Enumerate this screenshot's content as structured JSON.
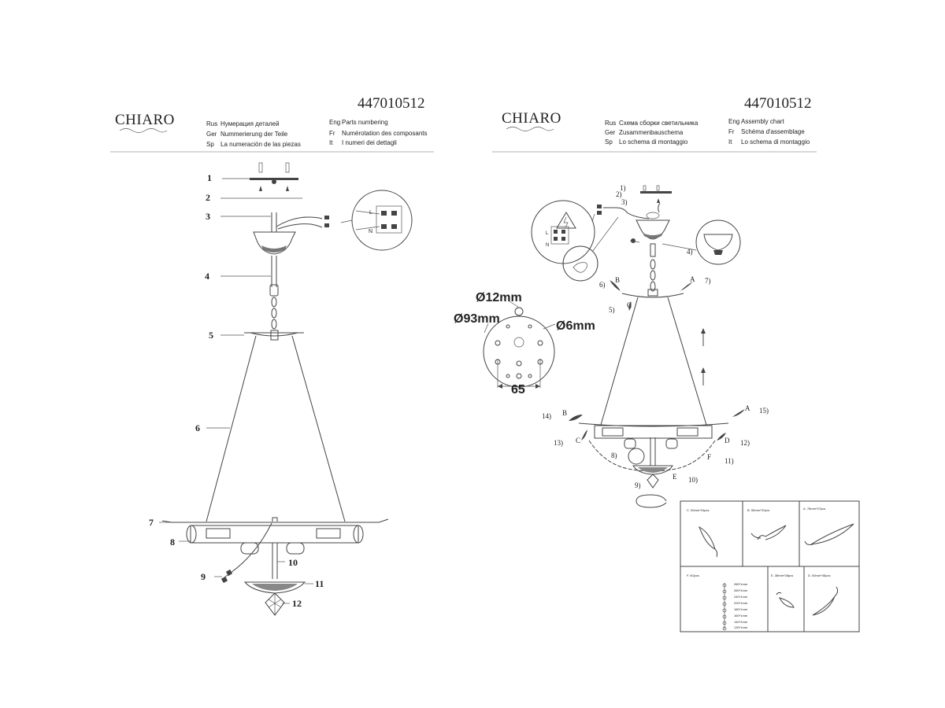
{
  "brand": "CHIARO",
  "left_page": {
    "product_code": "447010512",
    "titles": [
      {
        "lang": "Rus",
        "text": "Нумерация деталей"
      },
      {
        "lang": "Ger",
        "text": "Nummerierung der Teile"
      },
      {
        "lang": "Sp",
        "text": "La numeración de las piezas"
      },
      {
        "lang": "Eng",
        "text": "Parts numbering"
      },
      {
        "lang": "Fr",
        "text": "Numérotation des composants"
      },
      {
        "lang": "It",
        "text": "I numeri dei dettagli"
      }
    ],
    "callouts": [
      "1",
      "2",
      "3",
      "4",
      "5",
      "6",
      "7",
      "8",
      "9",
      "10",
      "11",
      "12"
    ],
    "wire_labels": [
      "L",
      "N"
    ]
  },
  "right_page": {
    "product_code": "447010512",
    "titles": [
      {
        "lang": "Rus",
        "text": "Схема сборки светильника"
      },
      {
        "lang": "Ger",
        "text": "Zusammenbauschema"
      },
      {
        "lang": "Sp",
        "text": "Lo schema di montaggio"
      },
      {
        "lang": "Eng",
        "text": "Assembly chart"
      },
      {
        "lang": "Fr",
        "text": "Schéma d'assemblage"
      },
      {
        "lang": "It",
        "text": "Lo schema di montaggio"
      }
    ],
    "callouts": [
      "1)",
      "2)",
      "3)",
      "4)",
      "5)",
      "6)",
      "7)",
      "8)",
      "9)",
      "10)",
      "11)",
      "12)",
      "13)",
      "14)",
      "15)"
    ],
    "letters": [
      "A",
      "B",
      "C",
      "D",
      "E",
      "F"
    ],
    "wire_labels": [
      "L",
      "N"
    ],
    "dimensions": {
      "hole_small": "Ø12mm",
      "plate": "Ø93mm",
      "screw": "Ø6mm",
      "spacing": "65"
    },
    "parts_table": [
      {
        "label": "C. 50mm*24pcs"
      },
      {
        "label": "B. 50mm*37pcs"
      },
      {
        "label": "A. 78mm*27pcs"
      },
      {
        "label": "F. 6Opcs"
      },
      {
        "label": "E. 38mm*28pcs"
      },
      {
        "label": "D. 50mm*45pcs"
      }
    ],
    "chain_lengths": [
      "280*1mm",
      "260*1mm",
      "240*1mm",
      "220*1mm",
      "180*1mm",
      "160*1mm",
      "140*1mm",
      "130*1mm"
    ]
  }
}
